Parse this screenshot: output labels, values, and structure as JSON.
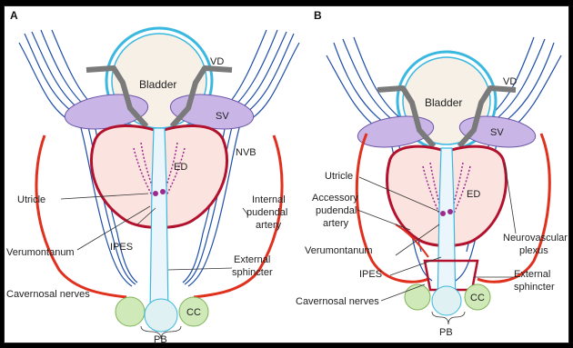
{
  "panels": {
    "a": {
      "letter": "A",
      "labels": {
        "bladder": "Bladder",
        "vd": "VD",
        "sv": "SV",
        "nvb": "NVB",
        "ed": "ED",
        "utricle": "Utricle",
        "internal_pudendal_artery_1": "Internal",
        "internal_pudendal_artery_2": "pudendal",
        "internal_pudendal_artery_3": "artery",
        "verumontanum": "Verumontanum",
        "ipes": "IPES",
        "external_sphincter_1": "External",
        "external_sphincter_2": "sphincter",
        "cavernosal_nerves": "Cavernosal nerves",
        "cc": "CC",
        "pb": "PB"
      }
    },
    "b": {
      "letter": "B",
      "labels": {
        "bladder": "Bladder",
        "vd": "VD",
        "sv": "SV",
        "ed": "ED",
        "utricle": "Utricle",
        "accessory_pudendal_artery_1": "Accessory",
        "accessory_pudendal_artery_2": "pudendal",
        "accessory_pudendal_artery_3": "artery",
        "verumontanum": "Verumontanum",
        "ipes": "IPES",
        "cavernosal_nerves": "Cavernosal nerves",
        "neurovascular_plexus_1": "Neurovascular",
        "neurovascular_plexus_2": "plexus",
        "external_sphincter_1": "External",
        "external_sphincter_2": "sphincter",
        "cc": "CC",
        "pb": "PB"
      }
    }
  },
  "colors": {
    "bladder_outline": "#3bb8e0",
    "nerve": "#1f4fa8",
    "artery": "#e0301e",
    "prostate_outline": "#b3122e",
    "prostate_fill": "#fbe3df",
    "seminal_vesicle": "#c9b5e6",
    "cavernosal_bodies": "#cfe9b8",
    "duct": "#9b2c8f",
    "vas": "#7a7a7a"
  }
}
